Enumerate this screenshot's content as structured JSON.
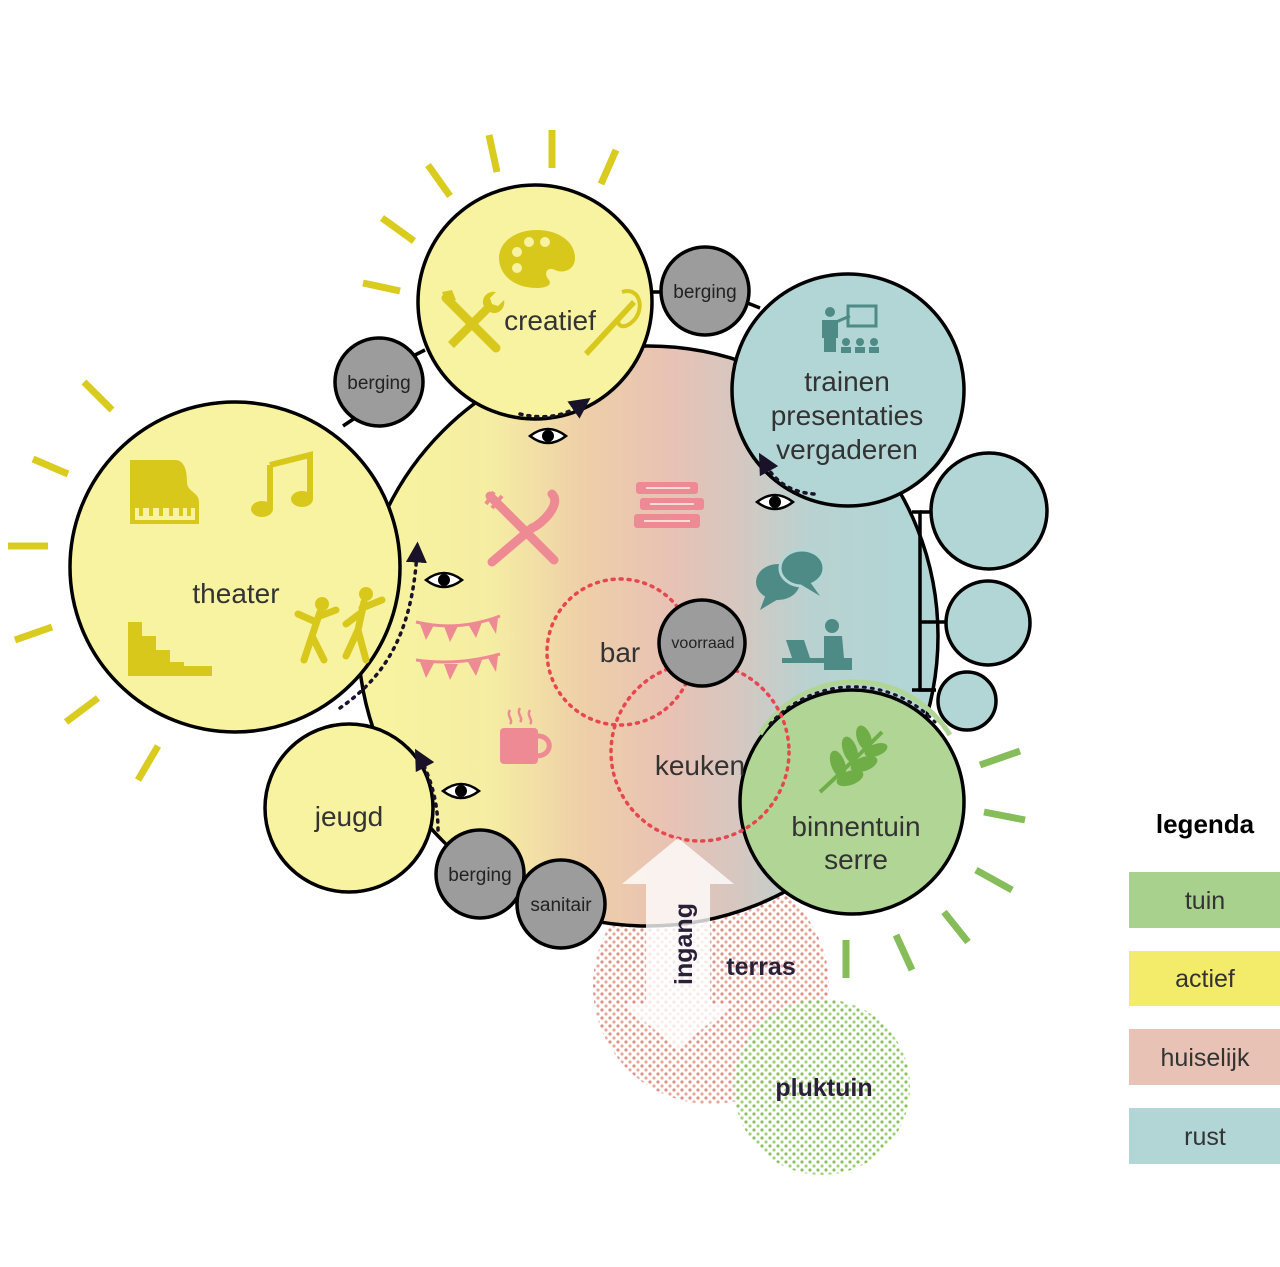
{
  "zones": {
    "theater": "theater",
    "creatief": "creatief",
    "jeugd": "jeugd",
    "trainen": [
      "trainen",
      "presentaties",
      "vergaderen"
    ],
    "binnentuin": [
      "binnentuin",
      "serre"
    ],
    "bar": "bar",
    "keuken": "keuken",
    "voorraad": "voorraad",
    "berging_creatief": "berging",
    "berging_top": "berging",
    "berging_bottom": "berging",
    "sanitair": "sanitair",
    "ingang": "ingang",
    "terras": "terras",
    "pluktuin": "pluktuin"
  },
  "legend": {
    "title": "legenda",
    "items": [
      {
        "label": "tuin",
        "color": "#a9d18e"
      },
      {
        "label": "actief",
        "color": "#f3ec6a"
      },
      {
        "label": "huiselijk",
        "color": "#e8c2b4"
      },
      {
        "label": "rust",
        "color": "#b2d5d5"
      }
    ]
  },
  "colors": {
    "actief_circle": "#f7f3a0",
    "rust_circle": "#b2d5d5",
    "tuin_circle": "#b0d595",
    "grey_circle": "#9c9c9c",
    "icon_yellow": "#d9c81c",
    "icon_pink": "#ee8a93",
    "icon_teal": "#4f8b86",
    "dotted_red": "#e8464f"
  },
  "icons": [
    "palette-icon",
    "tools-icon",
    "needle-icon",
    "piano-icon",
    "music-note-icon",
    "stairs-icon",
    "dancers-icon",
    "presentation-icon",
    "chat-bubbles-icon",
    "laptop-person-icon",
    "leaf-icon",
    "cutlery-icon",
    "books-icon",
    "bunting-icon",
    "coffee-cup-icon",
    "eye-icon"
  ]
}
